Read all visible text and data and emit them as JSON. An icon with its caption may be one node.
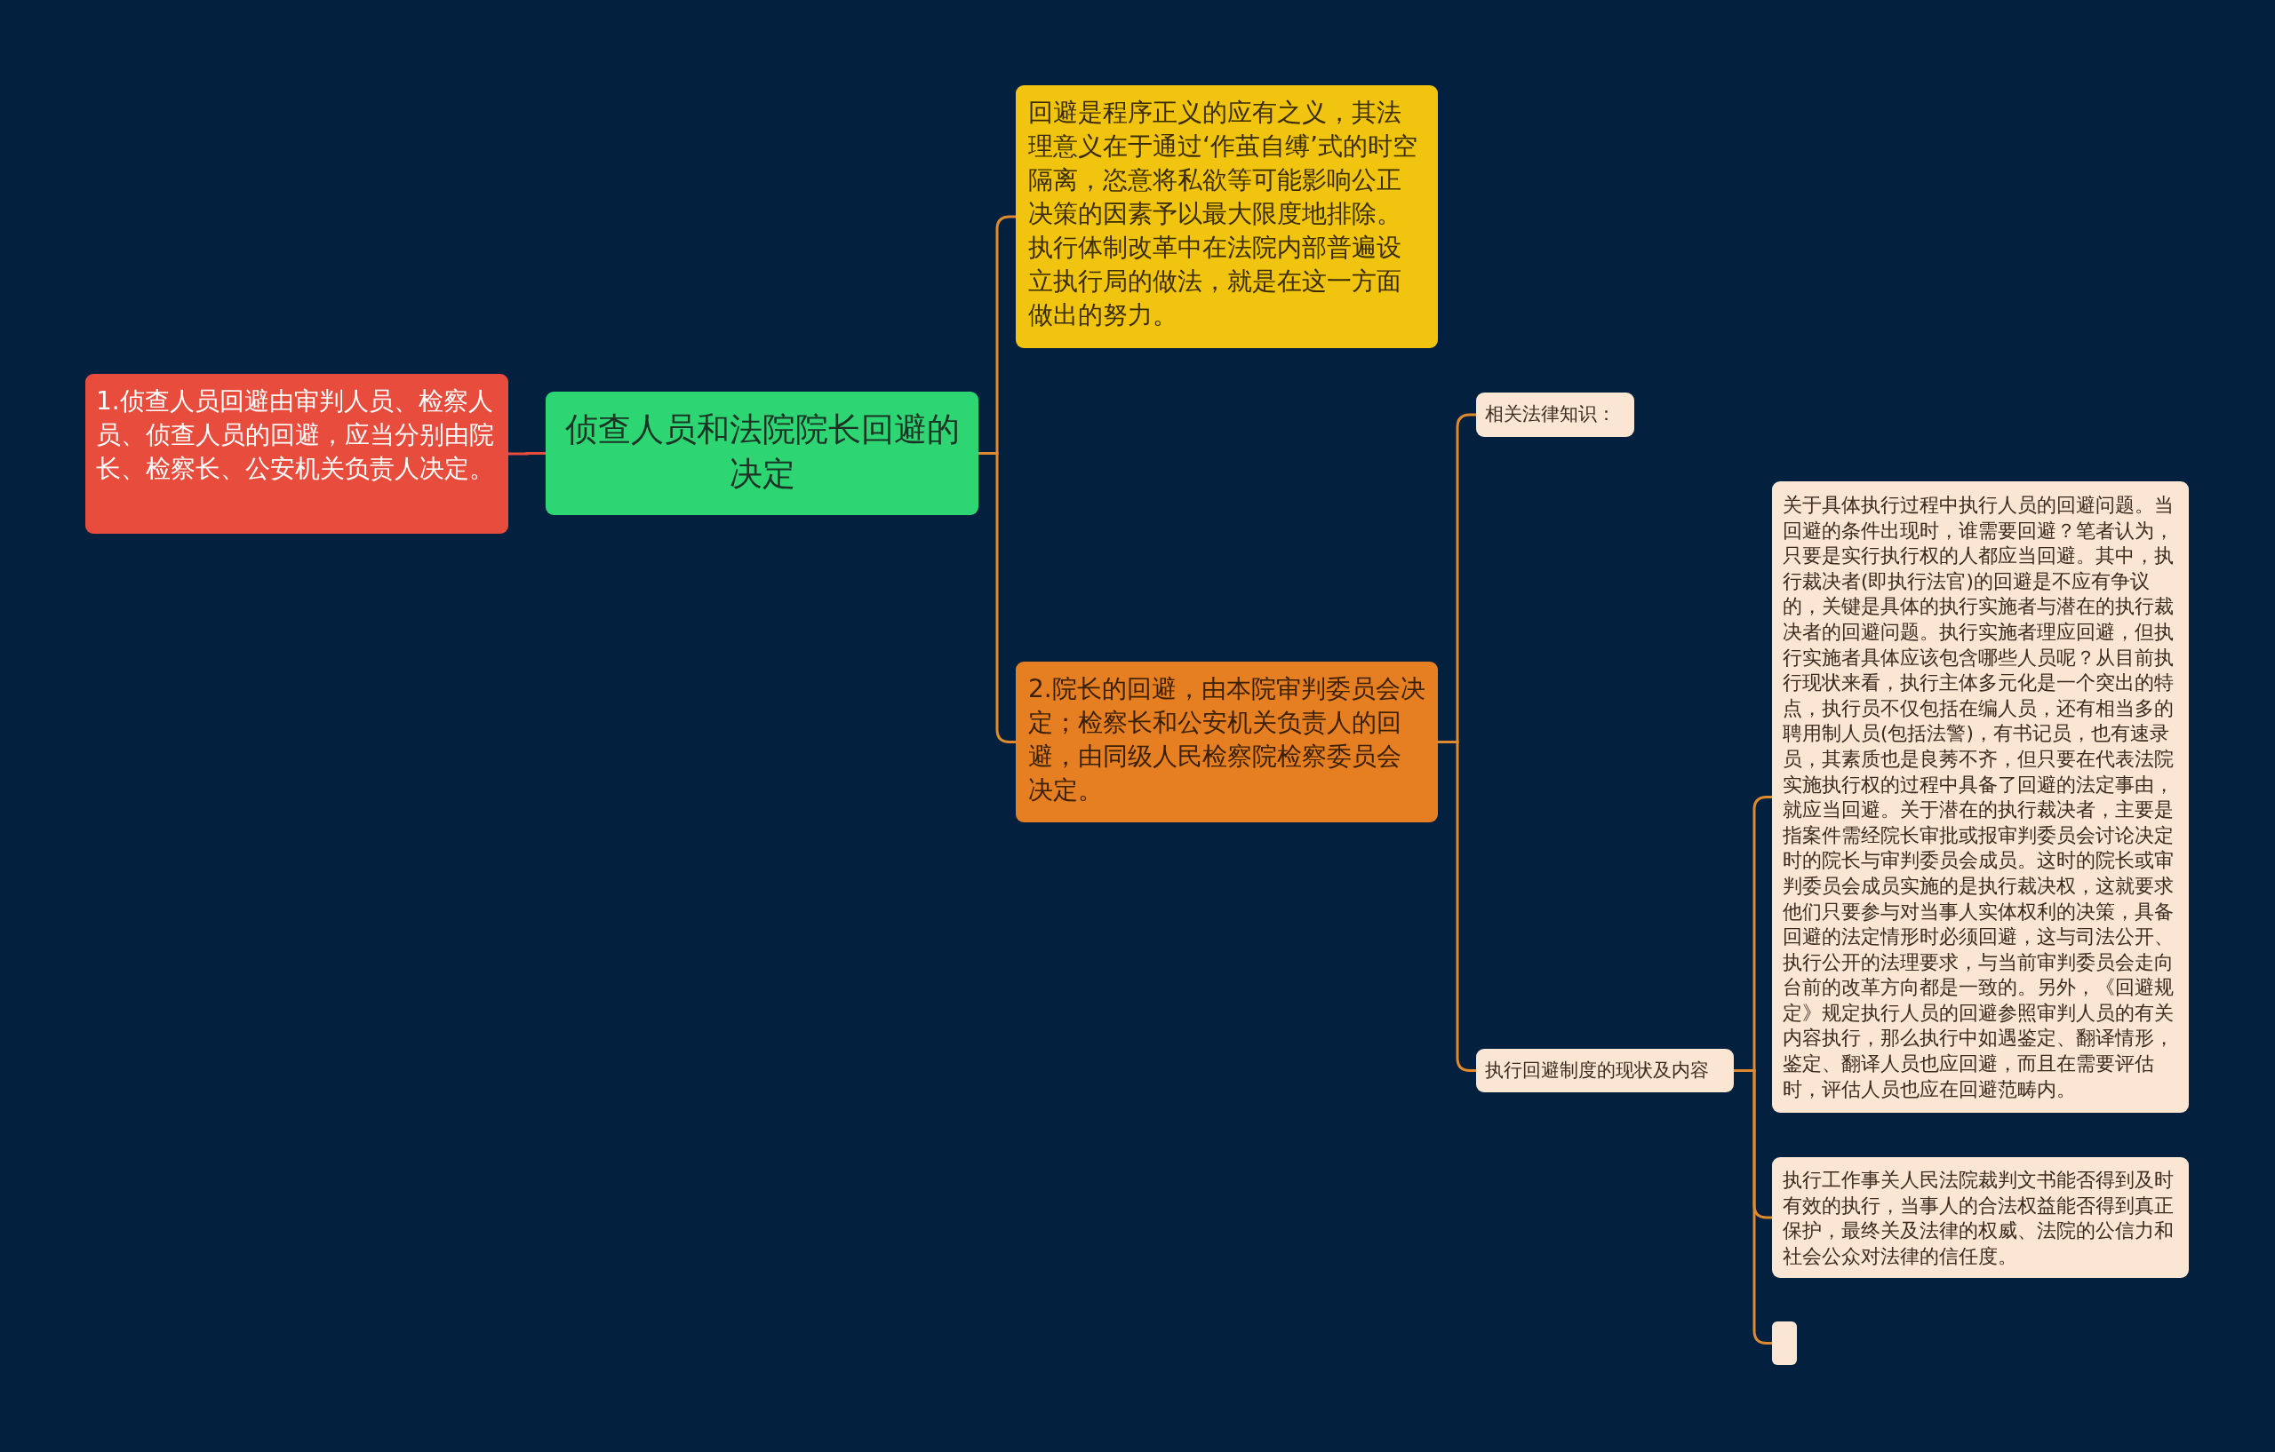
{
  "diagram": {
    "nodes": [
      {
        "text": [
          "侦查人员和法院院长回避的决定"
        ]
      },
      {
        "text": [
          "1.侦查人员回避由审判人员、检察人员、侦查人员的回避，应当分别由院长、检察长、公安机关负责人决定。"
        ]
      },
      {
        "text": [
          "回避是程序正义的应有之义，其法理意义在于通过‘作茧自缚’式的时空隔离，恣意将私欲等可能影响公正决策的因素予以最大限度地排除。执行体制改革中在法院内部普遍设立执行局的做法，就是在这一方面做出的努力。"
        ]
      },
      {
        "text": [
          "2.院长的回避，由本院审判委员会决定；检察长和公安机关负责人的回避，由同级人民检察院检察委员会决定。"
        ]
      },
      {
        "text": [
          "相关法律知识："
        ]
      },
      {
        "text": [
          "执行回避制度的现状及内容"
        ]
      },
      {
        "text": [
          "关于具体执行过程中执行人员的回避问题。当回避的条件出现时，谁需要回避？笔者认为，只要是实行执行权的人都应当回避。其中，执行裁决者(即执行法官)的回避是不应有争议的，关键是具体的执行实施者与潜在的执行裁决者的回避问题。执行实施者理应回避，但执行实施者具体应该包含哪些人员呢？从目前执行现状来看，执行主体多元化是一个突出的特点，执行员不仅包括在编人员，还有相当多的聘用制人员(包括法警)，有书记员，也有速录员，其素质也是良莠不齐，但只要在代表法院实施执行权的过程中具备了回避的法定事由，就应当回避。关于潜在的执行裁决者，主要是指案件需经院长审批或报审判委员会讨论决定时的院长与审判委员会成员。这时的院长或审判委员会成员实施的是执行裁决权，这就要求他们只要参与对当事人实体权利的决策，具备回避的法定情形时必须回避，这与司法公开、执行公开的法理要求，与当前审判委员会走向台前的改革方向都是一致的。另外，《回避规定》规定执行人员的回避参照审判人员的有关内容执行，那么执行中如遇鉴定、翻译情形，鉴定、翻译人员也应回避，而且在需要评估时，评估人员也应在回避范畴内。"
        ]
      },
      {
        "text": [
          "执行工作事关人民法院裁判文书能否得到及时有效的执行，当事人的合法权益能否得到真正保护，最终关及法律的权威、法院的公信力和社会公众对法律的信任度。"
        ]
      },
      {
        "text": [],
        "shape": "box"
      }
    ],
    "edges": [
      {
        "from": 0,
        "to": 1,
        "arrow": "none",
        "color": "#e74c3c"
      },
      {
        "from": 0,
        "to": 2,
        "arrow": "none"
      },
      {
        "from": 0,
        "to": 3,
        "arrow": "none"
      },
      {
        "from": 3,
        "to": 4,
        "arrow": "none"
      },
      {
        "from": 3,
        "to": 5,
        "arrow": "none"
      },
      {
        "from": 5,
        "to": 6,
        "arrow": "none"
      },
      {
        "from": 5,
        "to": 7,
        "arrow": "none"
      },
      {
        "from": 5,
        "to": 8,
        "arrow": "none"
      }
    ]
  }
}
